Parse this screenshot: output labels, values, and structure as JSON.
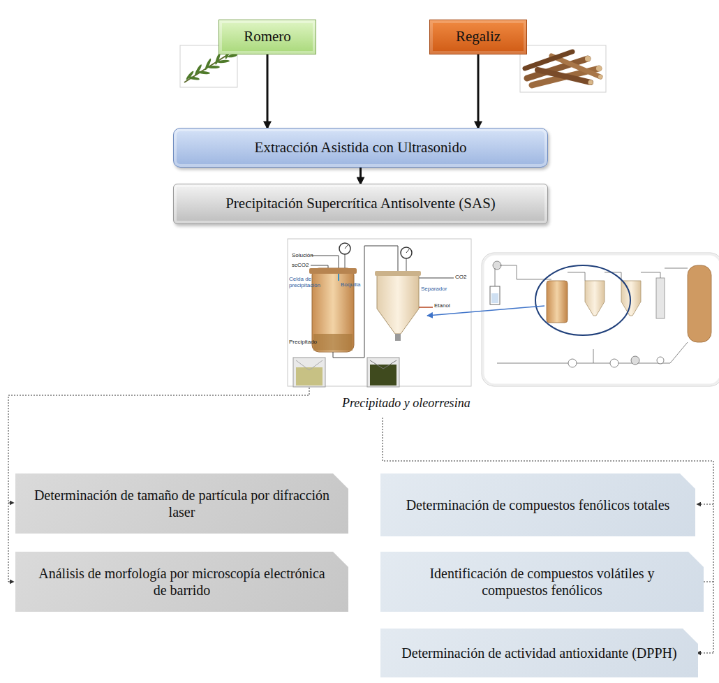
{
  "diagram": {
    "nodes": [
      {
        "text": [
          "Romero"
        ]
      },
      {
        "text": [
          "Regaliz"
        ]
      },
      {
        "text": [
          "Extracción Asistida con Ultrasonido"
        ]
      },
      {
        "text": [
          "Precipitación Supercrítica Antisolvente (SAS)"
        ]
      },
      {
        "text": [
          "Determinación de tamaño de partícula por difracción laser"
        ]
      },
      {
        "text": [
          "Análisis de morfología por microscopía electrónica de barrido"
        ]
      },
      {
        "text": [
          "Determinación de compuestos fenólicos totales"
        ]
      },
      {
        "text": [
          "Identificación de compuestos volátiles y compuestos fenólicos"
        ]
      },
      {
        "text": [
          "Determinación de actividad antioxidante (DPPH)"
        ]
      }
    ],
    "edges": [
      {
        "from": 0,
        "to": 2,
        "arrow": "to"
      },
      {
        "from": 1,
        "to": 2,
        "arrow": "to"
      },
      {
        "from": 2,
        "to": 3,
        "arrow": "to"
      }
    ],
    "labels": [
      "Solución",
      "scCO2",
      "Celda de precipitación",
      "Boquilla",
      "Precipitado",
      "CO2",
      "Separador",
      "Etanol",
      "Precipitado y oleorresina"
    ]
  }
}
